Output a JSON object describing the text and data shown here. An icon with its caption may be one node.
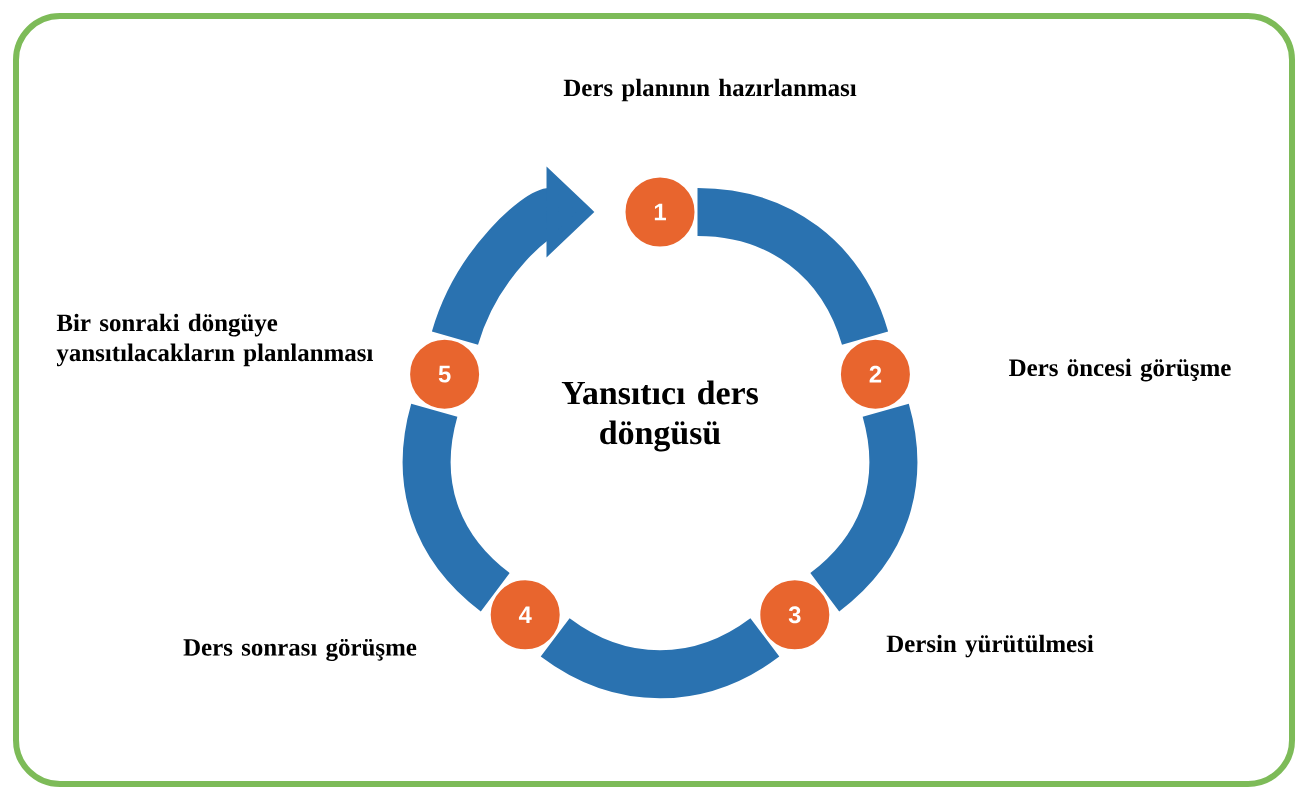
{
  "diagram": {
    "title": "Yansıtıcı ders döngüsü",
    "nodes": [
      {
        "text": [
          "1"
        ],
        "beside": [
          "Ders planının hazırlanması"
        ]
      },
      {
        "text": [
          "2"
        ],
        "beside": [
          "Ders öncesi görüşme"
        ]
      },
      {
        "text": [
          "3"
        ],
        "beside": [
          "Dersin yürütülmesi"
        ]
      },
      {
        "text": [
          "4"
        ],
        "beside": [
          "Ders sonrası görüşme"
        ]
      },
      {
        "text": [
          "5"
        ],
        "beside": [
          "Bir sonraki döngüye yansıtılacakların planlanması"
        ]
      }
    ],
    "edges": [
      {
        "from": 0,
        "to": 1,
        "arrow": "none"
      },
      {
        "from": 1,
        "to": 2,
        "arrow": "none"
      },
      {
        "from": 2,
        "to": 3,
        "arrow": "none"
      },
      {
        "from": 3,
        "to": 4,
        "arrow": "none"
      },
      {
        "from": 4,
        "to": 0,
        "arrow": "to"
      }
    ]
  }
}
